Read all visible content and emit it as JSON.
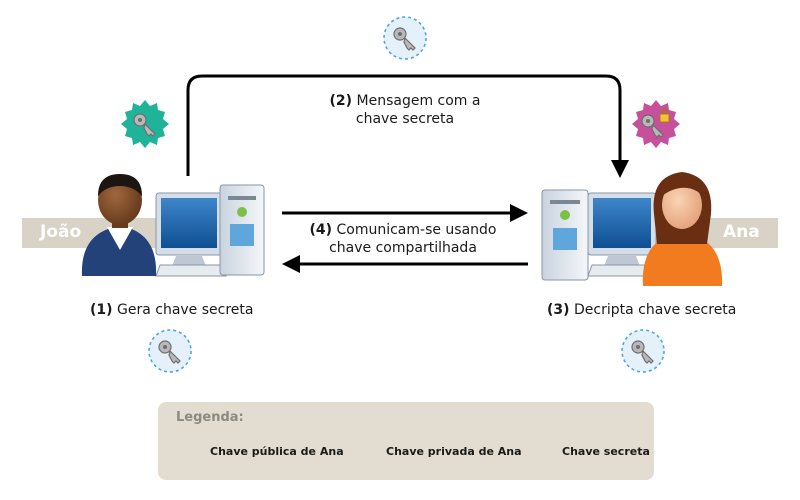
{
  "people": {
    "left_name": "João",
    "right_name": "Ana"
  },
  "steps": {
    "step1_num": "(1)",
    "step1_text": "Gera chave secreta",
    "step2_num": "(2)",
    "step2_line1": "Mensagem com a",
    "step2_line2": "chave secreta",
    "step3_num": "(3)",
    "step3_text": "Decripta chave secreta",
    "step4_num": "(4)",
    "step4_line1": "Comunicam-se usando",
    "step4_line2": "chave compartilhada"
  },
  "legend": {
    "title": "Legenda:",
    "items": [
      {
        "label": "Chave pública de Ana",
        "icon": "public-key-badge-icon",
        "color": "#1fb39a"
      },
      {
        "label": "Chave privada de Ana",
        "icon": "private-key-badge-icon",
        "color": "#c7509a"
      },
      {
        "label": "Chave secreta",
        "icon": "secret-key-circle-icon",
        "color": "#4da6e0"
      }
    ]
  },
  "colors": {
    "public_key": "#1fb39a",
    "private_key": "#c7509a",
    "secret_key_border": "#4da6e0",
    "secret_key_fill": "#e4f1fb",
    "name_band": "#d9d3c7",
    "legend_bg": "#e3ddd1",
    "arrow": "#000000"
  }
}
